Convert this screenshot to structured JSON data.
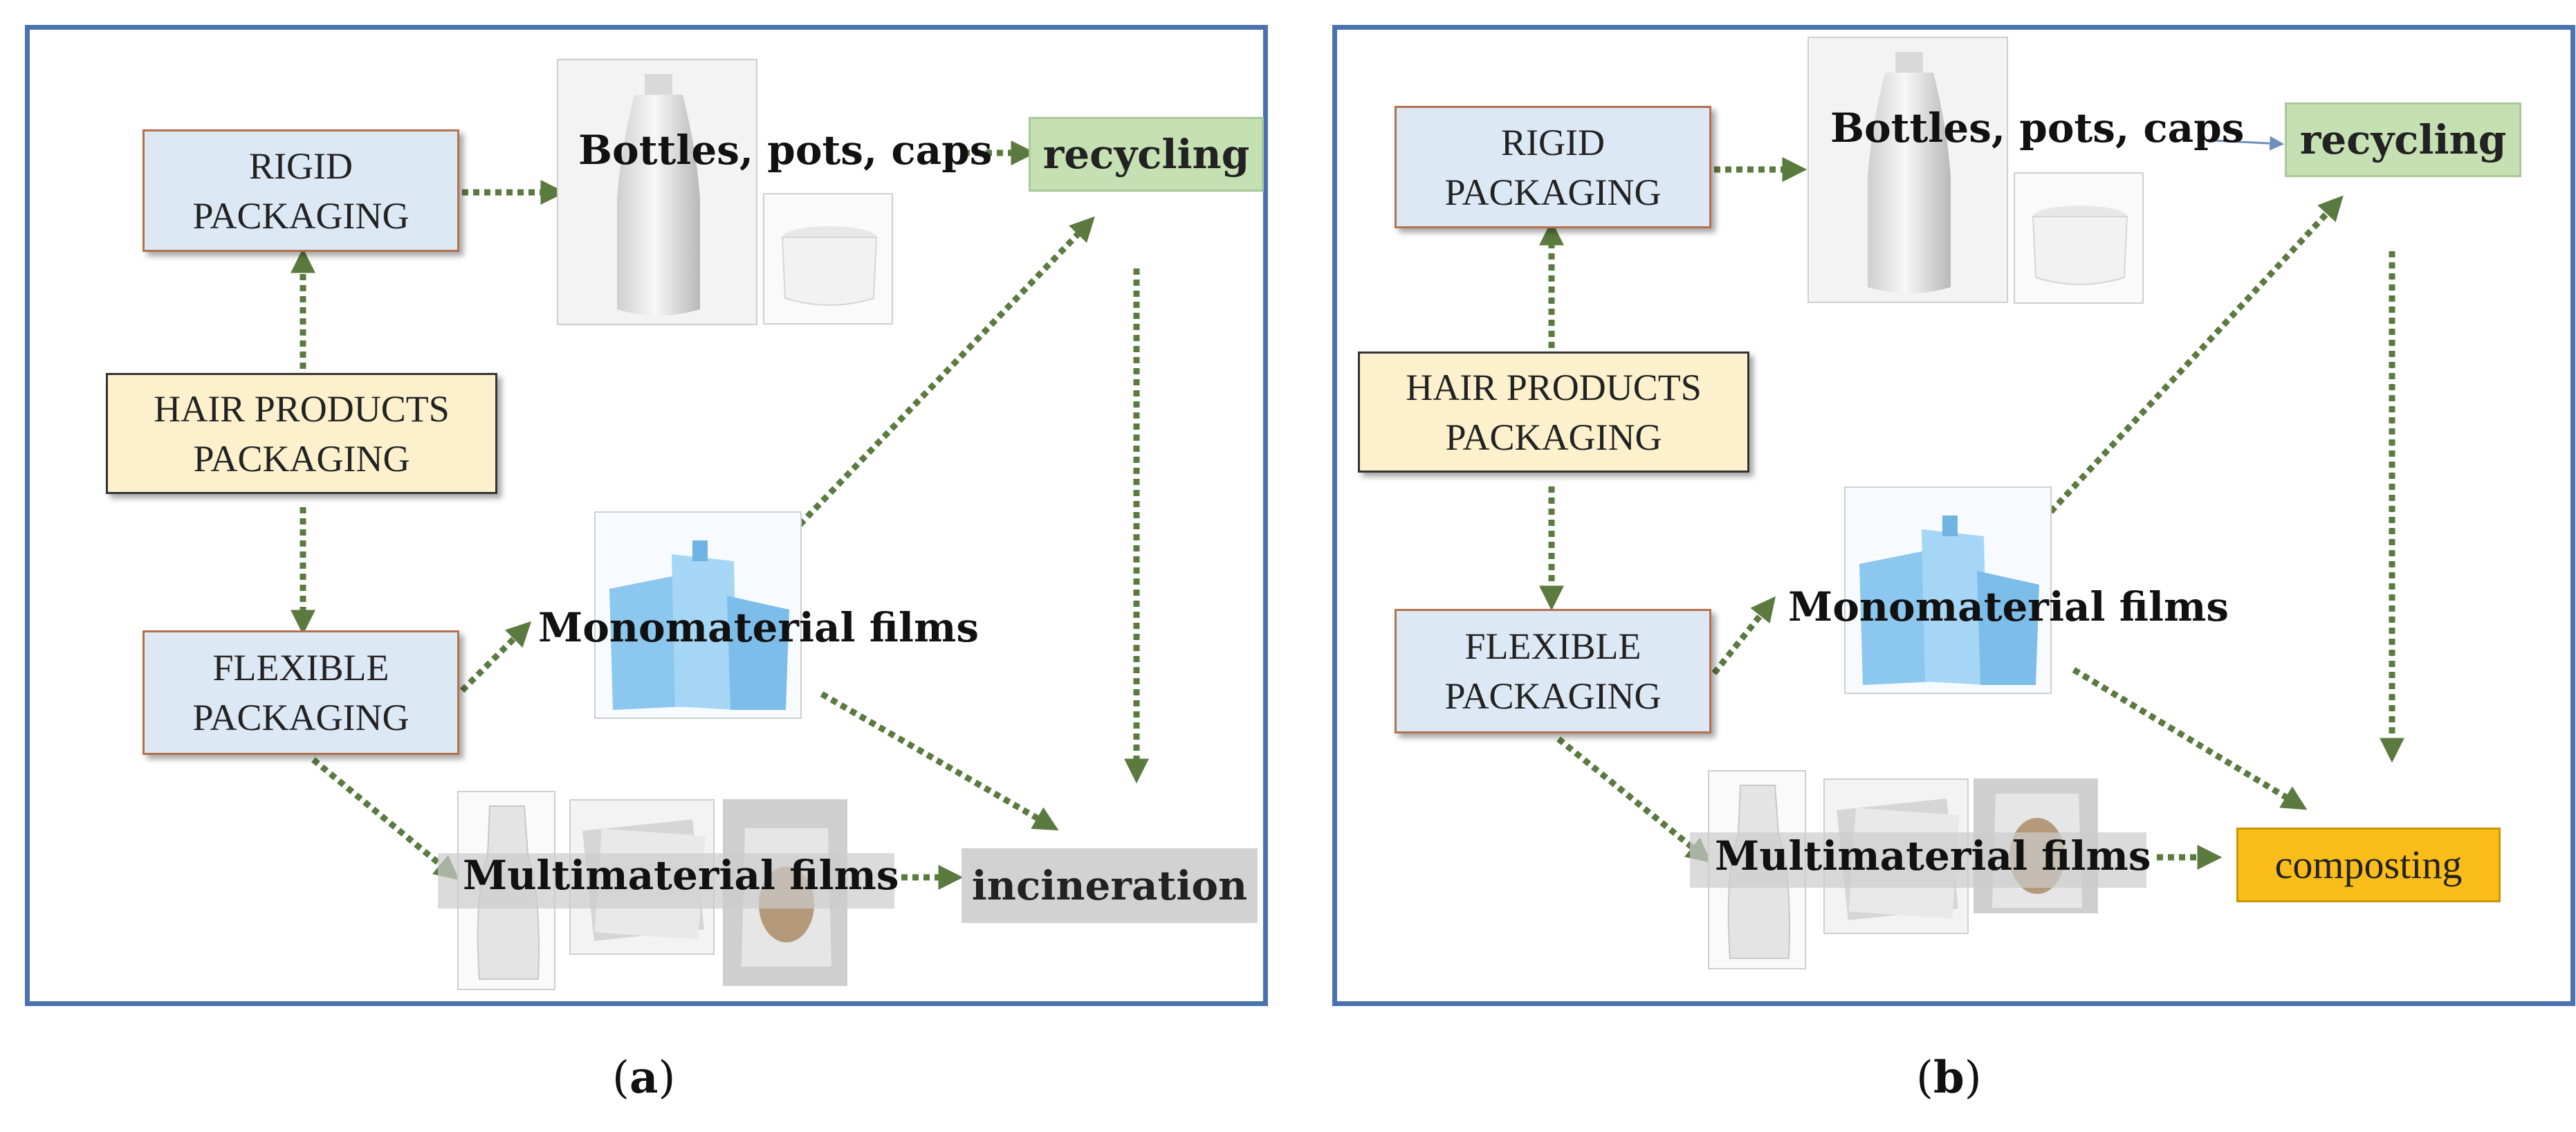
{
  "panels": {
    "a": {
      "rigid": "RIGID\nPACKAGING",
      "hair": "HAIR PRODUCTS\nPACKAGING",
      "flexible": "FLEXIBLE\nPACKAGING",
      "bottles": "Bottles, pots, caps",
      "mono": "Monomaterial films",
      "multi": "Multimaterial films",
      "dest_top": "recycling",
      "dest_bottom": "incineration",
      "caption_open": "(",
      "caption_letter": "a",
      "caption_close": ")"
    },
    "b": {
      "rigid": "RIGID\nPACKAGING",
      "hair": "HAIR PRODUCTS\nPACKAGING",
      "flexible": "FLEXIBLE\nPACKAGING",
      "bottles": "Bottles, pots, caps",
      "mono": "Monomaterial films",
      "multi": "Multimaterial films",
      "dest_top": "recycling",
      "dest_bottom": "composting",
      "caption_open": "(",
      "caption_letter": "b",
      "caption_close": ")"
    }
  },
  "colors": {
    "frame": "#4a72b0",
    "arrow": "#5b7a3f",
    "thin_arrow": "#6f8fbf",
    "packaging_fill": "#dde8f5",
    "hair_fill": "#fcf1cc",
    "recycling_fill": "#c5e0b2",
    "incineration_fill": "#d2d2d2",
    "composting_fill": "#fbbd1a"
  },
  "icons": [
    "bottle-image",
    "pot-image",
    "pouch-image",
    "sachet-image",
    "standup-bag-image"
  ]
}
